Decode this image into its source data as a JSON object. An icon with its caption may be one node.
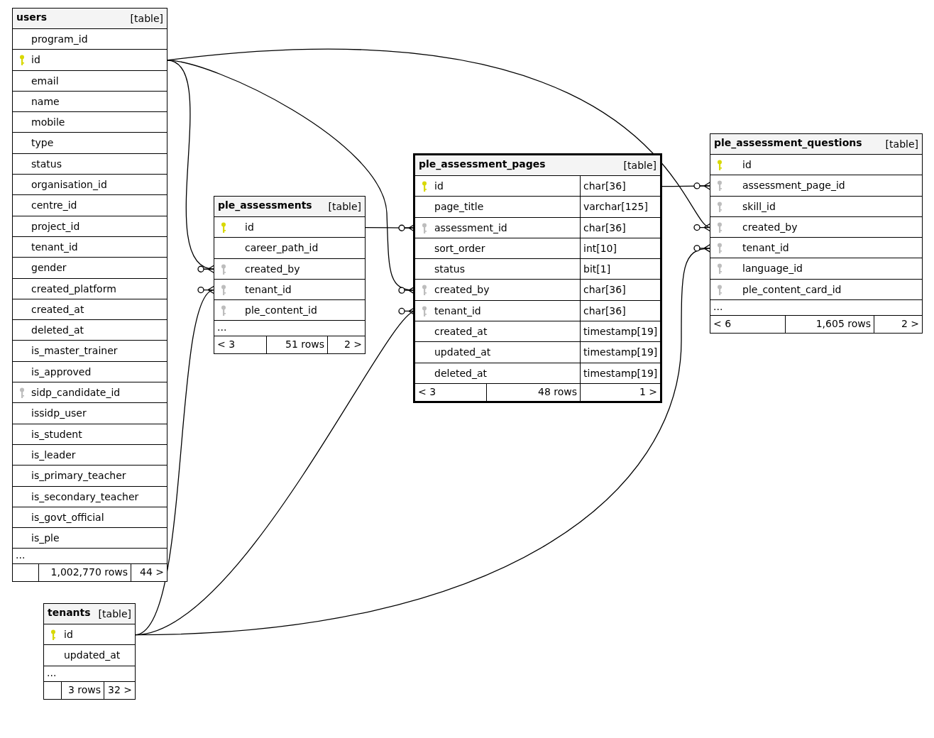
{
  "diagram": {
    "nodes": [
      {
        "text": [
          "users",
          "[table]"
        ]
      },
      {
        "text": [
          "program_id"
        ],
        "in": 0
      },
      {
        "text": [
          "id"
        ],
        "in": 0
      },
      {
        "text": [
          "email"
        ],
        "in": 0
      },
      {
        "text": [
          "name"
        ],
        "in": 0
      },
      {
        "text": [
          "mobile"
        ],
        "in": 0
      },
      {
        "text": [
          "type"
        ],
        "in": 0
      },
      {
        "text": [
          "status"
        ],
        "in": 0
      },
      {
        "text": [
          "organisation_id"
        ],
        "in": 0
      },
      {
        "text": [
          "centre_id"
        ],
        "in": 0
      },
      {
        "text": [
          "project_id"
        ],
        "in": 0
      },
      {
        "text": [
          "tenant_id"
        ],
        "in": 0
      },
      {
        "text": [
          "gender"
        ],
        "in": 0
      },
      {
        "text": [
          "created_platform"
        ],
        "in": 0
      },
      {
        "text": [
          "created_at"
        ],
        "in": 0
      },
      {
        "text": [
          "deleted_at"
        ],
        "in": 0
      },
      {
        "text": [
          "is_master_trainer"
        ],
        "in": 0
      },
      {
        "text": [
          "is_approved"
        ],
        "in": 0
      },
      {
        "text": [
          "sidp_candidate_id"
        ],
        "in": 0
      },
      {
        "text": [
          "issidp_user"
        ],
        "in": 0
      },
      {
        "text": [
          "is_student"
        ],
        "in": 0
      },
      {
        "text": [
          "is_leader"
        ],
        "in": 0
      },
      {
        "text": [
          "is_primary_teacher"
        ],
        "in": 0
      },
      {
        "text": [
          "is_secondary_teacher"
        ],
        "in": 0
      },
      {
        "text": [
          "is_govt_official"
        ],
        "in": 0
      },
      {
        "text": [
          "is_ple"
        ],
        "in": 0
      },
      {
        "text": [
          "..."
        ],
        "in": 0
      },
      {
        "text": [
          "1,002,770 rows",
          "44 >"
        ],
        "in": 0
      },
      {
        "text": [
          "ple_assessments",
          "[table]"
        ]
      },
      {
        "text": [
          "id"
        ],
        "in": 28
      },
      {
        "text": [
          "career_path_id"
        ],
        "in": 28
      },
      {
        "text": [
          "created_by"
        ],
        "in": 28
      },
      {
        "text": [
          "tenant_id"
        ],
        "in": 28
      },
      {
        "text": [
          "ple_content_id"
        ],
        "in": 28
      },
      {
        "text": [
          "..."
        ],
        "in": 28
      },
      {
        "text": [
          "< 3",
          "51 rows",
          "2 >"
        ],
        "in": 28
      },
      {
        "text": [
          "ple_assessment_pages",
          "[table]"
        ]
      },
      {
        "text": [
          "id",
          "char[36]"
        ],
        "in": 36
      },
      {
        "text": [
          "page_title",
          "varchar[125]"
        ],
        "in": 36
      },
      {
        "text": [
          "assessment_id",
          "char[36]"
        ],
        "in": 36
      },
      {
        "text": [
          "sort_order",
          "int[10]"
        ],
        "in": 36
      },
      {
        "text": [
          "status",
          "bit[1]"
        ],
        "in": 36
      },
      {
        "text": [
          "created_by",
          "char[36]"
        ],
        "in": 36
      },
      {
        "text": [
          "tenant_id",
          "char[36]"
        ],
        "in": 36
      },
      {
        "text": [
          "created_at",
          "timestamp[19]"
        ],
        "in": 36
      },
      {
        "text": [
          "updated_at",
          "timestamp[19]"
        ],
        "in": 36
      },
      {
        "text": [
          "deleted_at",
          "timestamp[19]"
        ],
        "in": 36
      },
      {
        "text": [
          "< 3",
          "48 rows",
          "1 >"
        ],
        "in": 36
      },
      {
        "text": [
          "ple_assessment_questions",
          "[table]"
        ]
      },
      {
        "text": [
          "id"
        ],
        "in": 48
      },
      {
        "text": [
          "assessment_page_id"
        ],
        "in": 48
      },
      {
        "text": [
          "skill_id"
        ],
        "in": 48
      },
      {
        "text": [
          "created_by"
        ],
        "in": 48
      },
      {
        "text": [
          "tenant_id"
        ],
        "in": 48
      },
      {
        "text": [
          "language_id"
        ],
        "in": 48
      },
      {
        "text": [
          "ple_content_card_id"
        ],
        "in": 48
      },
      {
        "text": [
          "..."
        ],
        "in": 48
      },
      {
        "text": [
          "< 6",
          "1,605 rows",
          "2 >"
        ],
        "in": 48
      },
      {
        "text": [
          "tenants",
          "[table]"
        ]
      },
      {
        "text": [
          "id"
        ],
        "in": 58
      },
      {
        "text": [
          "updated_at"
        ],
        "in": 58
      },
      {
        "text": [
          "..."
        ],
        "in": 58
      },
      {
        "text": [
          "3 rows",
          "32 >"
        ],
        "in": 58
      }
    ],
    "edges": [
      {
        "from": 2,
        "to": 31,
        "arrow": "other"
      },
      {
        "from": 2,
        "to": 42,
        "arrow": "other"
      },
      {
        "from": 2,
        "to": 52,
        "arrow": "other"
      },
      {
        "from": 59,
        "to": 32,
        "arrow": "other"
      },
      {
        "from": 59,
        "to": 43,
        "arrow": "other"
      },
      {
        "from": 59,
        "to": 53,
        "arrow": "other"
      },
      {
        "from": 29,
        "to": 39,
        "arrow": "other"
      },
      {
        "from": 37,
        "to": 50,
        "arrow": "other"
      }
    ]
  }
}
